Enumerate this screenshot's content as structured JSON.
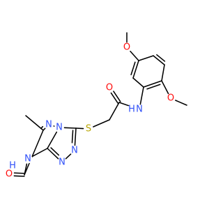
{
  "structure": {
    "atoms": [
      {
        "id": "c_ome1",
        "label": ""
      },
      {
        "id": "o_ome1",
        "label": "O",
        "color": "#ff0d0d"
      },
      {
        "id": "c_ar1",
        "label": ""
      },
      {
        "id": "c_ar2",
        "label": ""
      },
      {
        "id": "c_ar3",
        "label": ""
      },
      {
        "id": "c_ar4",
        "label": ""
      },
      {
        "id": "c_ar5",
        "label": ""
      },
      {
        "id": "c_ar6",
        "label": ""
      },
      {
        "id": "o_ome2",
        "label": "O",
        "color": "#ff0d0d"
      },
      {
        "id": "c_ome2",
        "label": ""
      },
      {
        "id": "n_amide",
        "label": "N",
        "color": "#3050f8"
      },
      {
        "id": "h_amide",
        "label": "H",
        "color": "#3050f8"
      },
      {
        "id": "c_carbonyl",
        "label": ""
      },
      {
        "id": "o_carbonyl",
        "label": "O",
        "color": "#ff0d0d"
      },
      {
        "id": "c_ch2",
        "label": ""
      },
      {
        "id": "s_thio",
        "label": "S",
        "color": "#b8a500"
      },
      {
        "id": "c_tri3",
        "label": ""
      },
      {
        "id": "n_tri4",
        "label": "N",
        "color": "#3050f8"
      },
      {
        "id": "n_tri2",
        "label": "N",
        "color": "#3050f8"
      },
      {
        "id": "n_tri1",
        "label": "N",
        "color": "#3050f8"
      },
      {
        "id": "c_fuse",
        "label": ""
      },
      {
        "id": "n_nh",
        "label": "N",
        "color": "#3050f8"
      },
      {
        "id": "h_nh",
        "label": "H",
        "color": "#3050f8"
      },
      {
        "id": "c_oxo",
        "label": ""
      },
      {
        "id": "o_oxo",
        "label": "O",
        "color": "#ff0d0d"
      },
      {
        "id": "c_methyl_ring",
        "label": ""
      },
      {
        "id": "c_methyl",
        "label": ""
      },
      {
        "id": "n_tz5",
        "label": "N",
        "color": "#3050f8"
      }
    ],
    "bonds": [
      {
        "from": "c_ome1",
        "to": "o_ome1",
        "order": 1
      },
      {
        "from": "o_ome1",
        "to": "c_ar1",
        "order": 1
      },
      {
        "from": "c_ar1",
        "to": "c_ar2",
        "order": 2
      },
      {
        "from": "c_ar2",
        "to": "c_ar3",
        "order": 1
      },
      {
        "from": "c_ar3",
        "to": "c_ar4",
        "order": 2
      },
      {
        "from": "c_ar4",
        "to": "c_ar5",
        "order": 1
      },
      {
        "from": "c_ar5",
        "to": "c_ar6",
        "order": 2
      },
      {
        "from": "c_ar6",
        "to": "c_ar1",
        "order": 1
      },
      {
        "from": "c_ar4",
        "to": "o_ome2",
        "order": 1
      },
      {
        "from": "o_ome2",
        "to": "c_ome2",
        "order": 1
      },
      {
        "from": "c_ar3",
        "to": "n_amide",
        "order": 1
      },
      {
        "from": "n_amide",
        "to": "c_carbonyl",
        "order": 1
      },
      {
        "from": "c_carbonyl",
        "to": "o_carbonyl",
        "order": 2
      },
      {
        "from": "c_carbonyl",
        "to": "c_ch2",
        "order": 1
      },
      {
        "from": "c_ch2",
        "to": "s_thio",
        "order": 1
      },
      {
        "from": "s_thio",
        "to": "c_tri3",
        "order": 1
      },
      {
        "from": "c_tri3",
        "to": "n_tri4",
        "order": 1
      },
      {
        "from": "c_tri3",
        "to": "n_tri2",
        "order": 2
      },
      {
        "from": "n_tri2",
        "to": "n_tri1",
        "order": 1
      },
      {
        "from": "n_tri1",
        "to": "c_fuse",
        "order": 2
      },
      {
        "from": "c_fuse",
        "to": "n_tri4",
        "order": 1
      },
      {
        "from": "c_fuse",
        "to": "n_nh",
        "order": 1
      },
      {
        "from": "n_nh",
        "to": "c_oxo",
        "order": 1
      },
      {
        "from": "c_oxo",
        "to": "o_oxo",
        "order": 2
      },
      {
        "from": "c_oxo",
        "to": "c_methyl_ring",
        "order": 1
      },
      {
        "from": "c_methyl_ring",
        "to": "c_methyl",
        "order": 1
      },
      {
        "from": "c_methyl_ring",
        "to": "n_tz5",
        "order": 2
      },
      {
        "from": "n_tz5",
        "to": "n_tri4",
        "order": 1
      }
    ]
  }
}
